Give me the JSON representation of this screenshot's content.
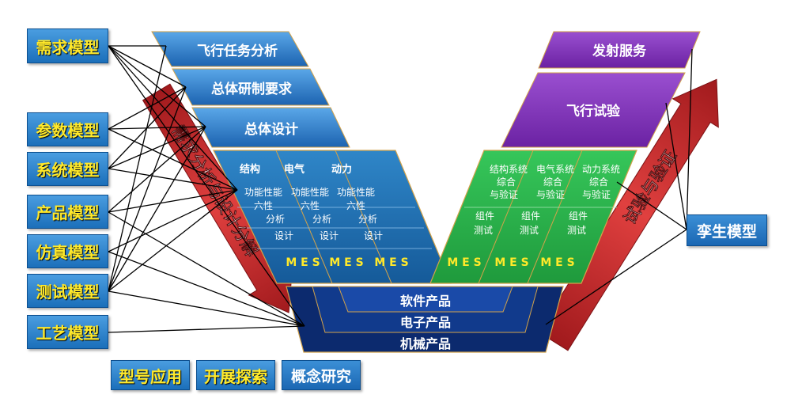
{
  "left_models": [
    "需求模型",
    "参数模型",
    "系统模型",
    "产品模型",
    "仿真模型",
    "测试模型",
    "工艺模型"
  ],
  "top_stages": [
    "飞行任务分析",
    "总体研制要求",
    "总体设计"
  ],
  "subsystems": {
    "names": [
      "结构",
      "电气",
      "动力"
    ],
    "analysis_line1": "功能性能",
    "analysis_line2": "六性",
    "analysis_line3": "分析",
    "design": "设计",
    "mes": "M E S"
  },
  "products": [
    "软件产品",
    "电子产品",
    "机械产品"
  ],
  "right_stages": [
    "发射服务",
    "飞行试验"
  ],
  "verification": {
    "headers": [
      [
        "结构系统",
        "综合",
        "与验证"
      ],
      [
        "电气系统",
        "综合",
        "与验证"
      ],
      [
        "动力系统",
        "综合",
        "与验证"
      ]
    ],
    "component_test_line1": "组件",
    "component_test_line2": "测试",
    "mes": "M E S"
  },
  "arrows": {
    "left": "需求分析与设计分解",
    "right": "试验与验证"
  },
  "twin_model": "孪生模型",
  "bottom_phases": [
    "型号应用",
    "开展探索",
    "概念研究"
  ],
  "colors": {
    "blue_stage": "#2e7ecf",
    "dark_blue": "#0c2a6e",
    "teal_block": "#1f6fae",
    "green_block": "#2bb24a",
    "purple": "#7b2fb3",
    "red_arrow": "#c0282a",
    "model_text": "#ffe92a",
    "mes_text": "#ffe92a"
  }
}
